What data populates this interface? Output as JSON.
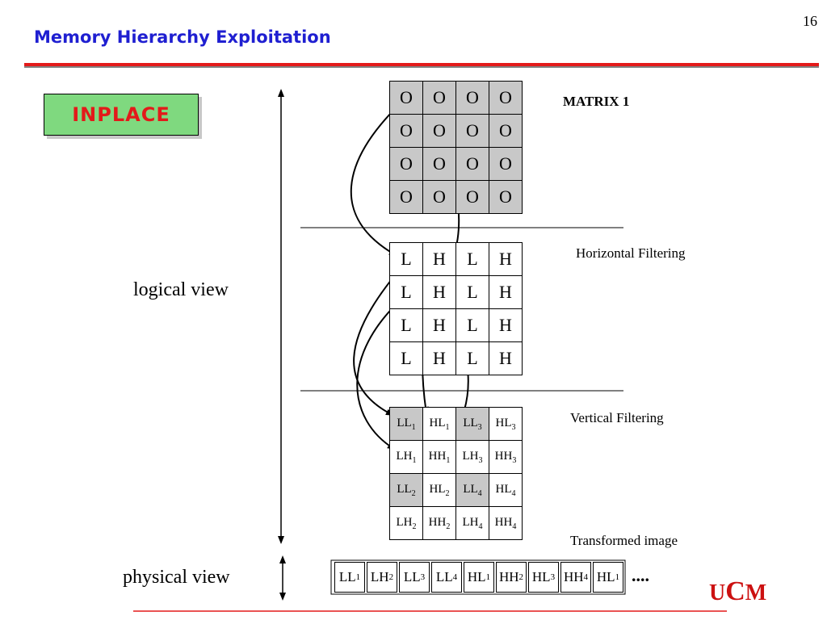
{
  "slide": {
    "title": "Memory Hierarchy Exploitation",
    "page_number": "16",
    "accent_colors": {
      "title": "#1f1fd1",
      "rule": "#e31a1a",
      "badge_bg": "#7fd97f",
      "badge_text": "#e31a1a",
      "logo": "#cc1111"
    }
  },
  "badge": {
    "label": "INPLACE"
  },
  "labels": {
    "matrix_title": "MATRIX 1",
    "horizontal": "Horizontal Filtering",
    "vertical": "Vertical Filtering",
    "transformed": "Transformed image",
    "logical_view": "logical view",
    "physical_view": "physical view",
    "ellipsis": "...."
  },
  "matrix_1": [
    [
      "O",
      "O",
      "O",
      "O"
    ],
    [
      "O",
      "O",
      "O",
      "O"
    ],
    [
      "O",
      "O",
      "O",
      "O"
    ],
    [
      "O",
      "O",
      "O",
      "O"
    ]
  ],
  "horizontal_matrix": [
    [
      "L",
      "H",
      "L",
      "H"
    ],
    [
      "L",
      "H",
      "L",
      "H"
    ],
    [
      "L",
      "H",
      "L",
      "H"
    ],
    [
      "L",
      "H",
      "L",
      "H"
    ]
  ],
  "vertical_matrix": [
    [
      {
        "base": "LL",
        "sub": "1",
        "shaded": true
      },
      {
        "base": "HL",
        "sub": "1",
        "shaded": false
      },
      {
        "base": "LL",
        "sub": "3",
        "shaded": true
      },
      {
        "base": "HL",
        "sub": "3",
        "shaded": false
      }
    ],
    [
      {
        "base": "LH",
        "sub": "1",
        "shaded": false
      },
      {
        "base": "HH",
        "sub": "1",
        "shaded": false
      },
      {
        "base": "LH",
        "sub": "3",
        "shaded": false
      },
      {
        "base": "HH",
        "sub": "3",
        "shaded": false
      }
    ],
    [
      {
        "base": "LL",
        "sub": "2",
        "shaded": true
      },
      {
        "base": "HL",
        "sub": "2",
        "shaded": false
      },
      {
        "base": "LL",
        "sub": "4",
        "shaded": true
      },
      {
        "base": "HL",
        "sub": "4",
        "shaded": false
      }
    ],
    [
      {
        "base": "LH",
        "sub": "2",
        "shaded": false
      },
      {
        "base": "HH",
        "sub": "2",
        "shaded": false
      },
      {
        "base": "LH",
        "sub": "4",
        "shaded": false
      },
      {
        "base": "HH",
        "sub": "4",
        "shaded": false
      }
    ]
  ],
  "physical_sequence": [
    {
      "base": "LL",
      "sub": "1"
    },
    {
      "base": "LH",
      "sub": "2"
    },
    {
      "base": "LL",
      "sub": "3"
    },
    {
      "base": "LL",
      "sub": "4"
    },
    {
      "base": "HL",
      "sub": "1"
    },
    {
      "base": "HH",
      "sub": "2"
    },
    {
      "base": "HL",
      "sub": "3"
    },
    {
      "base": "HH",
      "sub": "4"
    },
    {
      "base": "HL",
      "sub": "1"
    }
  ],
  "logo": {
    "part1": "U",
    "part2": "C",
    "part3": "M"
  }
}
